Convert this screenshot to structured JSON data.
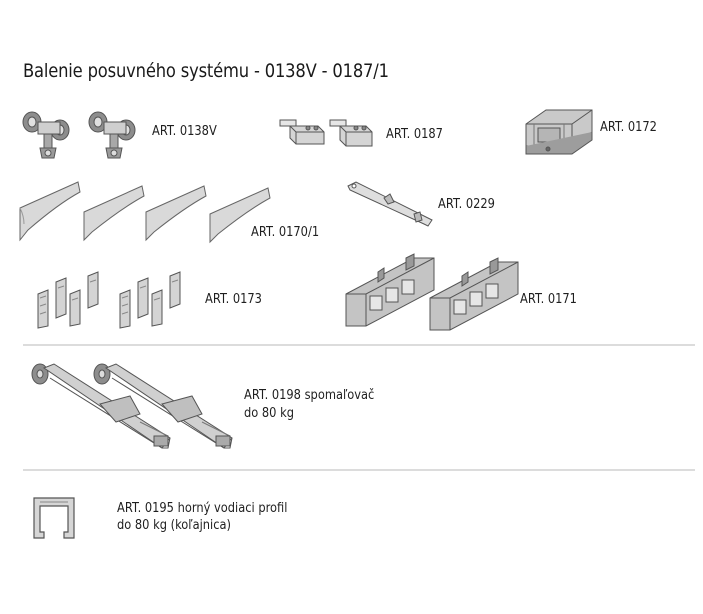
{
  "title": "Balenie posuvného systému - 0138V - 0187/1",
  "items": {
    "a0138v": {
      "label": "ART. 0138V"
    },
    "a0187": {
      "label": "ART. 0187"
    },
    "a0172": {
      "label": "ART. 0172"
    },
    "a0229": {
      "label": "ART. 0229"
    },
    "a0170": {
      "label": "ART. 0170/1"
    },
    "a0173": {
      "label": "ART. 0173"
    },
    "a0171": {
      "label": "ART. 0171"
    },
    "a0198": {
      "line1": "ART. 0198 spomaľovač",
      "line2": "do 80 kg"
    },
    "a0195": {
      "line1": "ART. 0195 horný vodiaci profil",
      "line2": "do 80 kg (koľajnica)"
    }
  },
  "icons": [
    "roller-icon",
    "bracket-icon",
    "stopper-icon",
    "key-icon",
    "cover-profile-icon",
    "clip-icon",
    "holder-icon",
    "soft-close-icon",
    "rail-profile-icon"
  ]
}
